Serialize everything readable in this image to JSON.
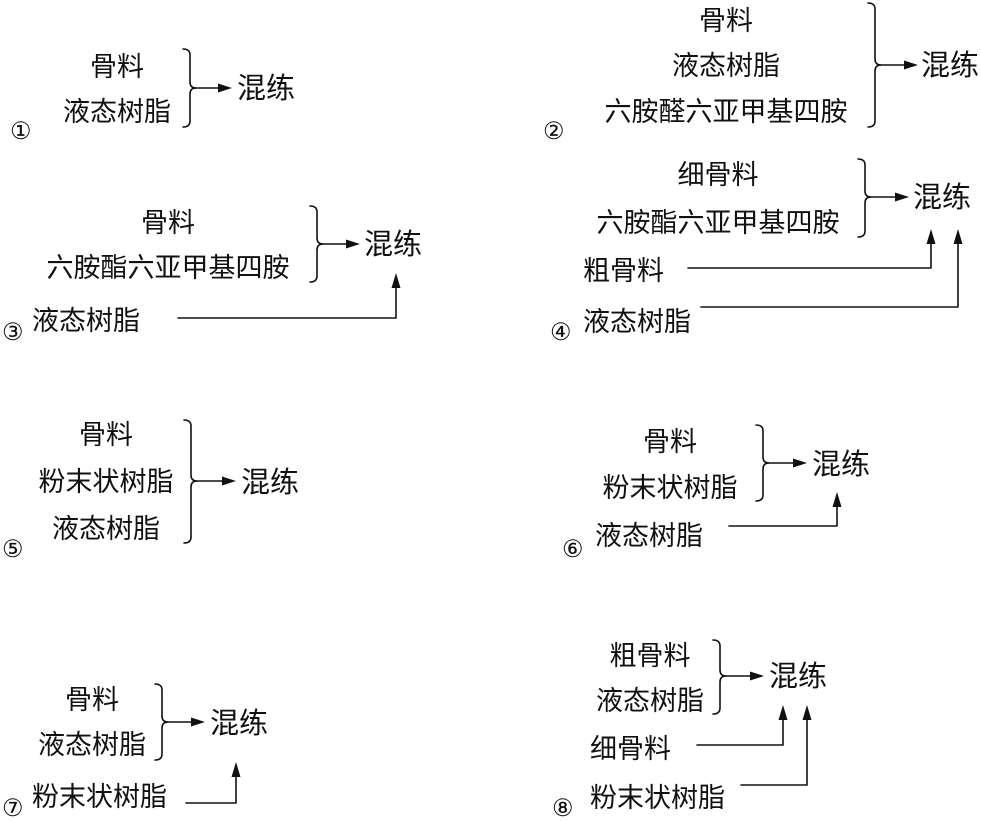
{
  "flows": [
    {
      "id": "1",
      "number": "①",
      "grouped": [
        "骨料",
        "液态树脂"
      ],
      "target": "混练",
      "later": []
    },
    {
      "id": "2",
      "number": "②",
      "grouped": [
        "骨料",
        "液态树脂",
        "六胺醛六亚甲基四胺"
      ],
      "target": "混练",
      "later": []
    },
    {
      "id": "3",
      "number": "③",
      "grouped": [
        "骨料",
        "六胺酯六亚甲基四胺"
      ],
      "target": "混练",
      "later": [
        "液态树脂"
      ]
    },
    {
      "id": "4",
      "number": "④",
      "grouped": [
        "细骨料",
        "六胺酯六亚甲基四胺"
      ],
      "target": "混练",
      "later": [
        "粗骨料",
        "液态树脂"
      ]
    },
    {
      "id": "5",
      "number": "⑤",
      "grouped": [
        "骨料",
        "粉末状树脂",
        "液态树脂"
      ],
      "target": "混练",
      "later": []
    },
    {
      "id": "6",
      "number": "⑥",
      "grouped": [
        "骨料",
        "粉末状树脂"
      ],
      "target": "混练",
      "later": [
        "液态树脂"
      ]
    },
    {
      "id": "7",
      "number": "⑦",
      "grouped": [
        "骨料",
        "液态树脂"
      ],
      "target": "混练",
      "later": [
        "粉末状树脂"
      ]
    },
    {
      "id": "8",
      "number": "⑧",
      "grouped": [
        "粗骨料",
        "液态树脂"
      ],
      "target": "混练",
      "later": [
        "细骨料",
        "粉末状树脂"
      ]
    }
  ]
}
